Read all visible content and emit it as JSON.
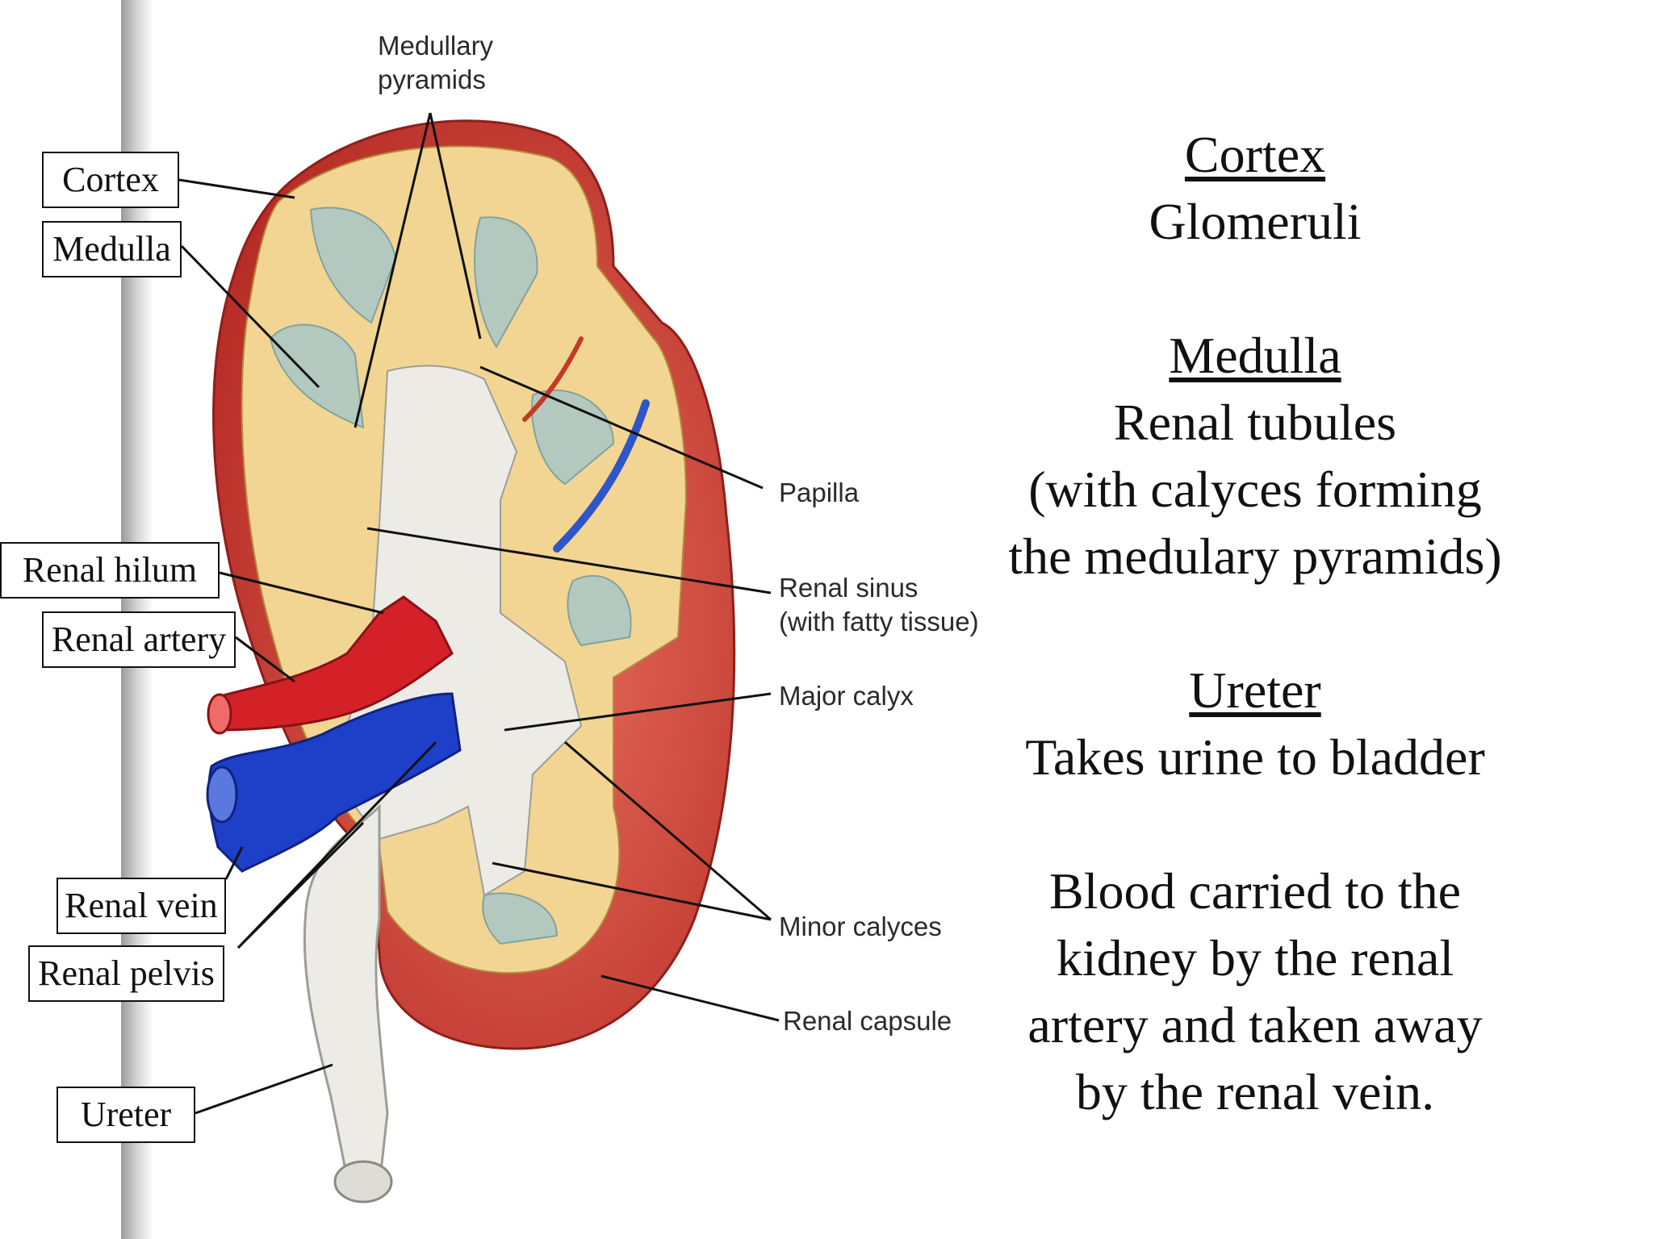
{
  "boxed_labels": {
    "cortex": "Cortex",
    "medulla": "Medulla",
    "renal_hilum": "Renal hilum",
    "renal_artery": "Renal artery",
    "renal_vein": "Renal vein",
    "renal_pelvis": "Renal pelvis",
    "ureter": "Ureter"
  },
  "figure_labels": {
    "medullary_pyramids_1": "Medullary",
    "medullary_pyramids_2": "pyramids",
    "papilla": "Papilla",
    "renal_sinus_1": "Renal sinus",
    "renal_sinus_2": "(with fatty tissue)",
    "major_calyx": "Major calyx",
    "minor_calyces": "Minor calyces",
    "renal_capsule": "Renal capsule"
  },
  "info": {
    "cortex_heading": "Cortex",
    "cortex_text": "Glomeruli",
    "medulla_heading": "Medulla",
    "medulla_line1": "Renal tubules",
    "medulla_line2": "(with calyces forming",
    "medulla_line3": "the medulary pyramids)",
    "ureter_heading": "Ureter",
    "ureter_text": "Takes urine to bladder",
    "blood_line1": "Blood carried to the",
    "blood_line2": "kidney by the renal",
    "blood_line3": "artery and taken away",
    "blood_line4": "by the renal vein."
  },
  "colors": {
    "capsule_red": "#c8362e",
    "cortex_yellow": "#f2d592",
    "artery_red": "#d42128",
    "vein_blue": "#1e3fc8",
    "pelvis_white": "#ecebe6"
  }
}
